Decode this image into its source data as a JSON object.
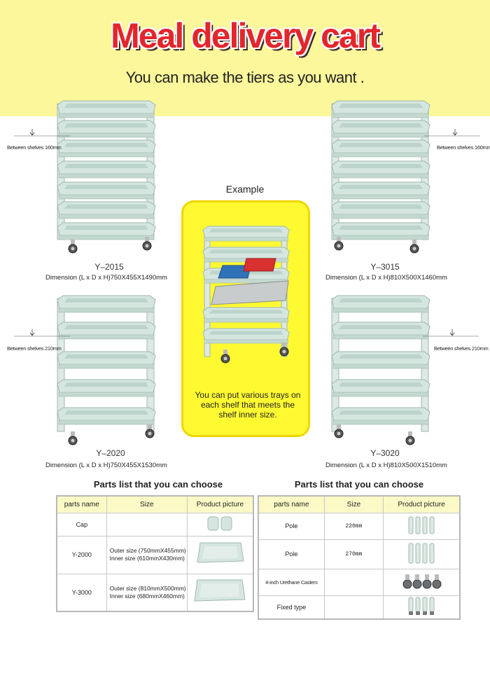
{
  "header": {
    "title": "Meal delivery cart",
    "subtitle": "You can make the tiers as you want ."
  },
  "carts": [
    {
      "model": "Y–2015",
      "dimension": "Dimension (L x D x H)750X455X1490mm",
      "spacing": "Between shelves 160mm"
    },
    {
      "model": "Y–3015",
      "dimension": "Dimension (L x D x H)810X500X1460mm",
      "spacing": "Between shelves 160mm"
    },
    {
      "model": "Y–2020",
      "dimension": "Dimension (L x D x H)750X455X1530mm",
      "spacing": "Between shelves 210mm"
    },
    {
      "model": "Y–3020",
      "dimension": "Dimension (L x D x H)810X500X1510mm",
      "spacing": "Between shelves 210mm"
    }
  ],
  "example": {
    "label": "Example",
    "text": "You can put various trays on each shelf that meets the shelf inner size."
  },
  "parts_left": {
    "title": "Parts list that you can choose",
    "headers": [
      "parts name",
      "Size",
      "Product picture"
    ],
    "rows": [
      {
        "name": "Cap",
        "size1": "",
        "size2": ""
      },
      {
        "name": "Y-2000",
        "size1": "Outer size  (750mmX455mm)",
        "size2": "Inner size  (610mmX430mm)"
      },
      {
        "name": "Y-3000",
        "size1": "Outer size (810mmX500mm)",
        "size2": "Inner size (680mmX460mm)"
      }
    ]
  },
  "parts_right": {
    "title": "Parts list that you can choose",
    "headers": [
      "parts name",
      "Size",
      "Product picture"
    ],
    "rows": [
      {
        "name": "Pole",
        "size": "220mm"
      },
      {
        "name": "Pole",
        "size": "270mm"
      },
      {
        "name": "4-inch Urethane Casters",
        "size": ""
      },
      {
        "name": "Fixed type",
        "size": ""
      }
    ]
  },
  "colors": {
    "banner": "#fcf79a",
    "title_red": "#e3262c",
    "example_yellow": "#fff931",
    "cart_mint": "#cfe3dc",
    "table_header": "#fbf9c6"
  }
}
